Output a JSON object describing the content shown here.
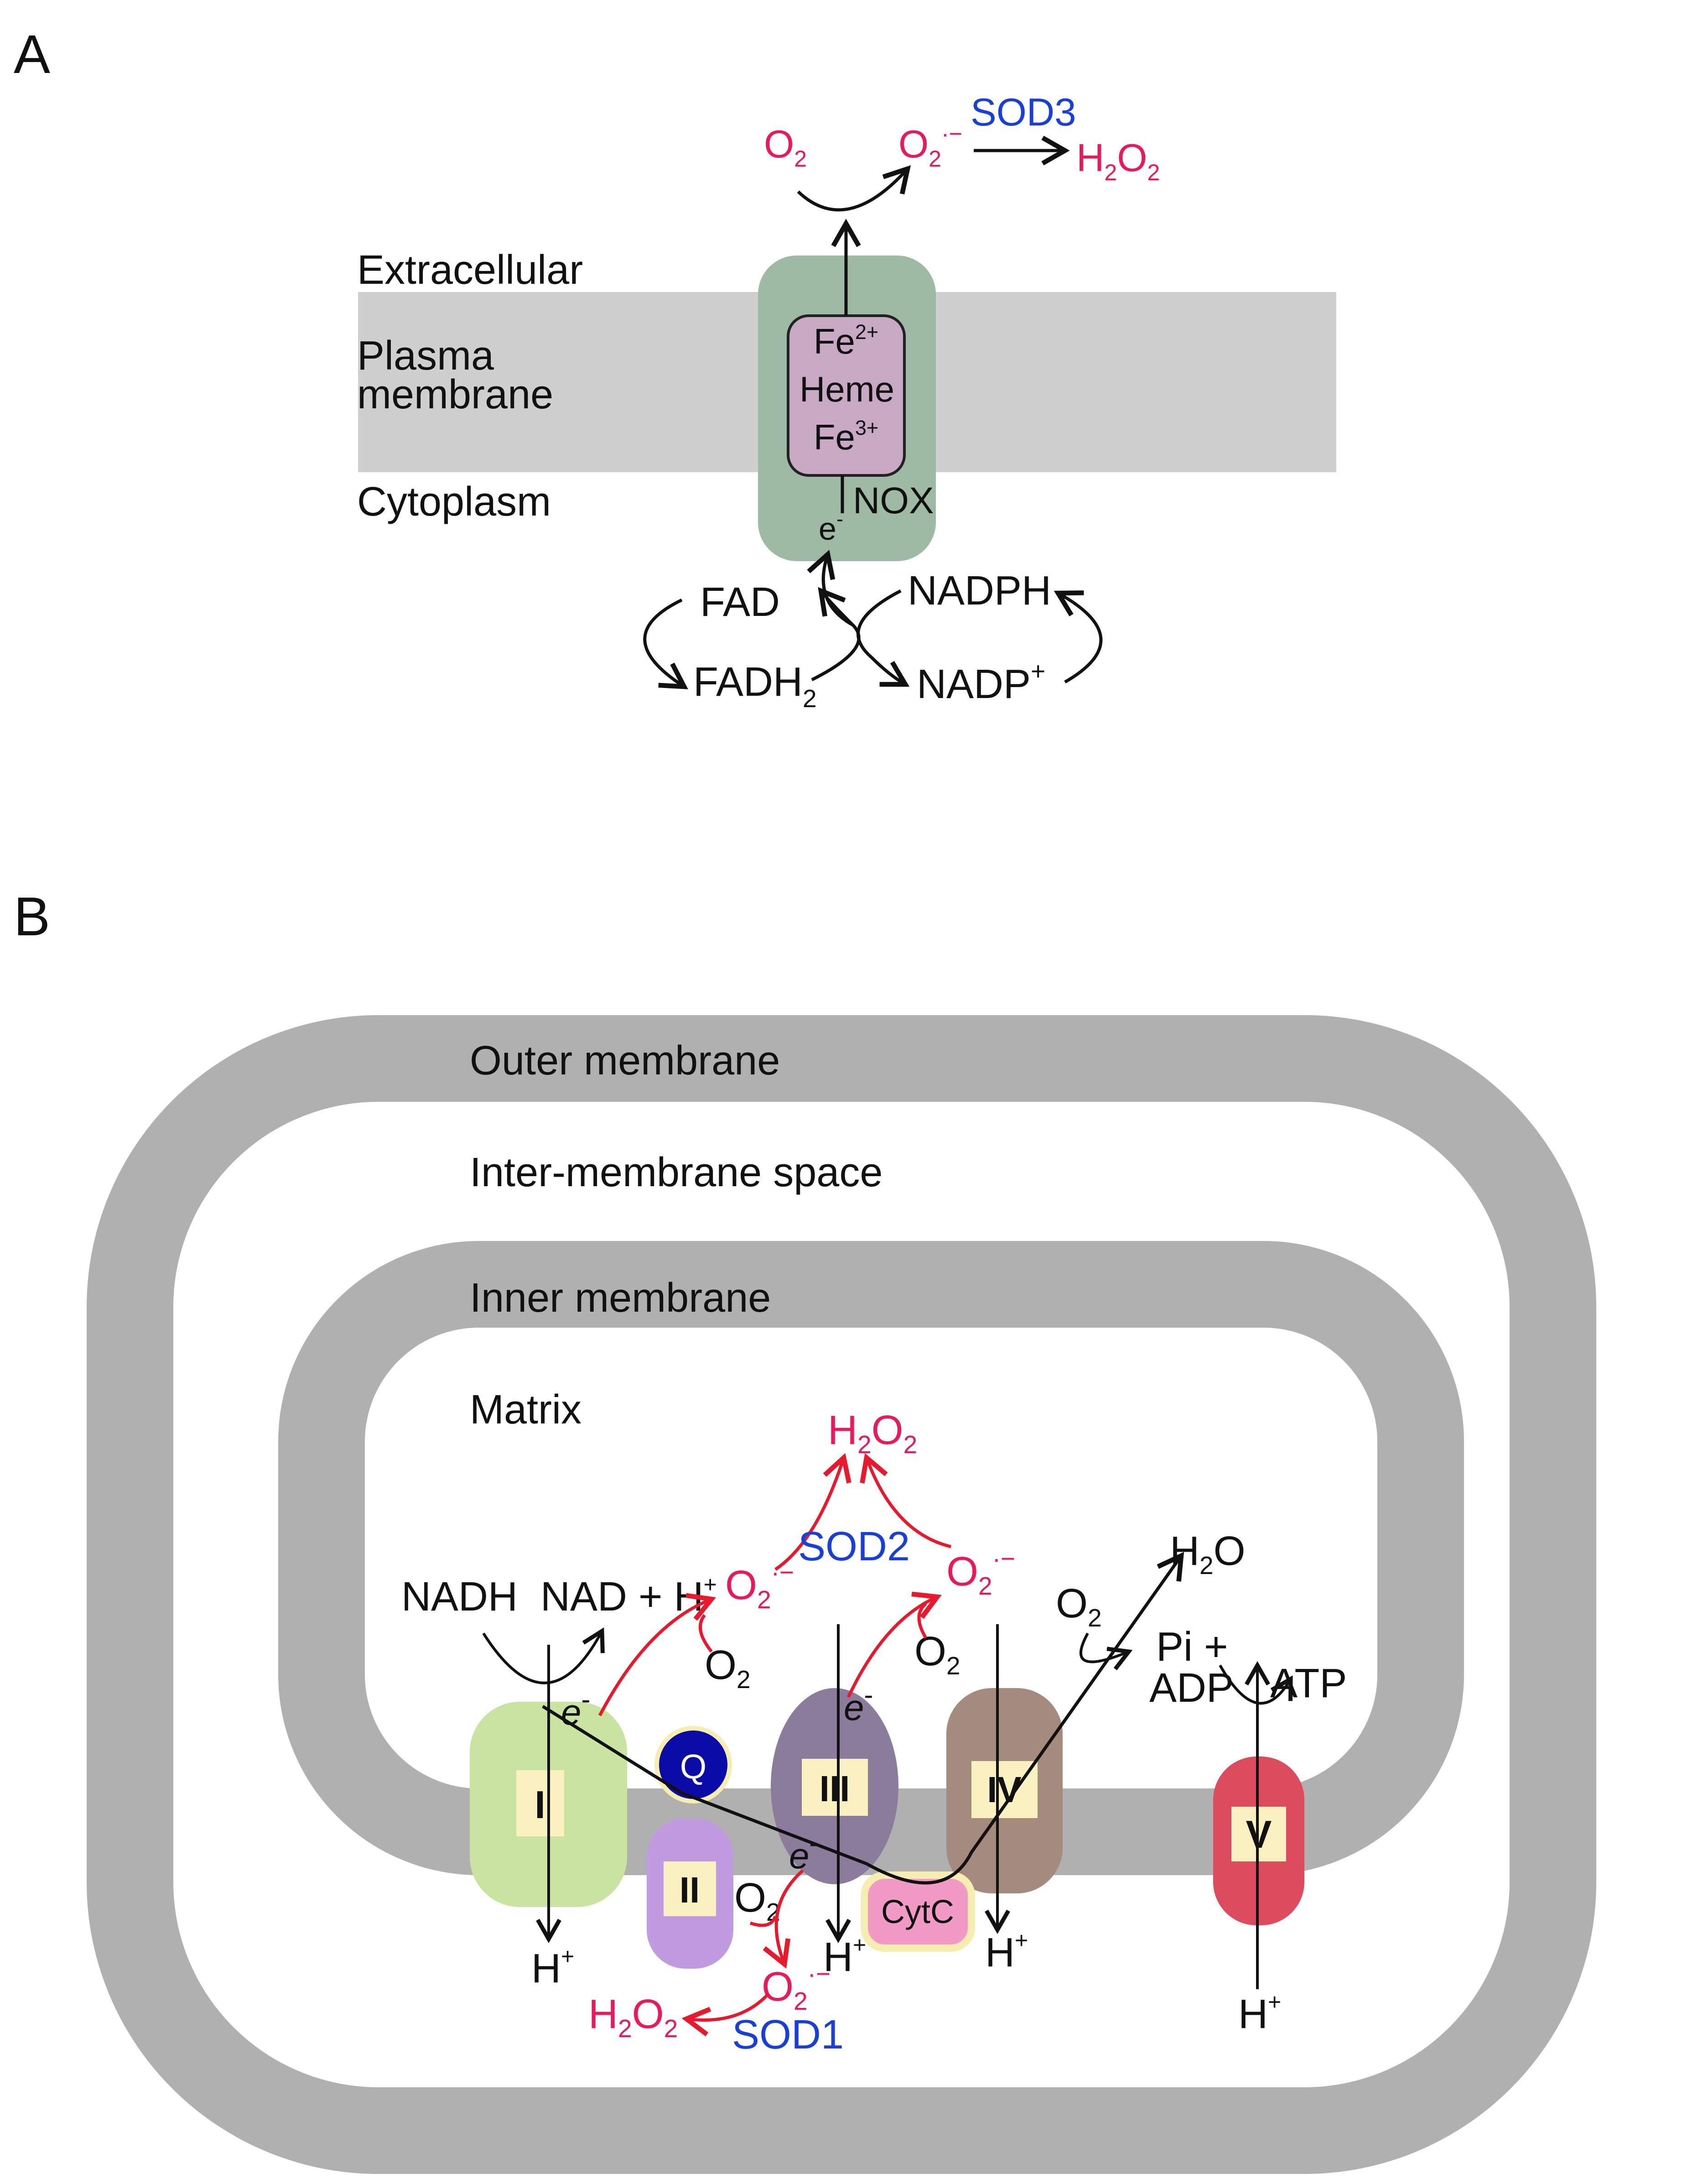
{
  "panel_a": {
    "letter": "A",
    "extracellular": "Extracellular",
    "plasma": "Plasma",
    "membrane": "membrane",
    "cytoplasm": "Cytoplasm",
    "fe": "Fe",
    "fe2_sup": "2+",
    "heme": "Heme",
    "fe3_sup": "3+",
    "nox": "NOX",
    "e": "e",
    "e_sup": "-",
    "o2": "O",
    "sub2": "2",
    "superoxide_sup": "·−",
    "h": "H",
    "o": "O",
    "sod3": "SOD3",
    "fad": "FAD",
    "fadh": "FADH",
    "nadph": "NADPH",
    "nadp": "NADP",
    "plus": "+"
  },
  "panel_b": {
    "letter": "B",
    "outer_membrane": "Outer membrane",
    "intermembrane_space": "Inter-membrane space",
    "inner_membrane": "Inner membrane",
    "matrix": "Matrix",
    "nadh": "NADH",
    "nad": "NAD + H",
    "plus": "+",
    "e": "e",
    "minus": "-",
    "o": "O",
    "h": "H",
    "sub2": "2",
    "superoxide_sup": "·−",
    "sod1": "SOD1",
    "sod2": "SOD2",
    "q": "Q",
    "cytc": "CytC",
    "complex_i": "I",
    "complex_ii": "II",
    "complex_iii": "III",
    "complex_iv": "IV",
    "complex_v": "V",
    "pi": "Pi +",
    "adp": "ADP",
    "atp": "ATP",
    "h2o_o": "O"
  },
  "colors": {
    "membrane_a": "#cfcfcf",
    "membrane_b": "#b0b0b0",
    "nox": "#9fbaa4",
    "heme": "#c7a9c3",
    "complex_i": "#c9e3a0",
    "complex_ii": "#c19be0",
    "complex_iii": "#8c7c9c",
    "complex_iv": "#a48b7d",
    "complex_v": "#dd4b5e",
    "q": "#0b0ba8",
    "cytc": "#f29ac6",
    "label_box": "#fbf0c0",
    "ros": "#e8195d",
    "enzyme": "#1a3fd6"
  }
}
